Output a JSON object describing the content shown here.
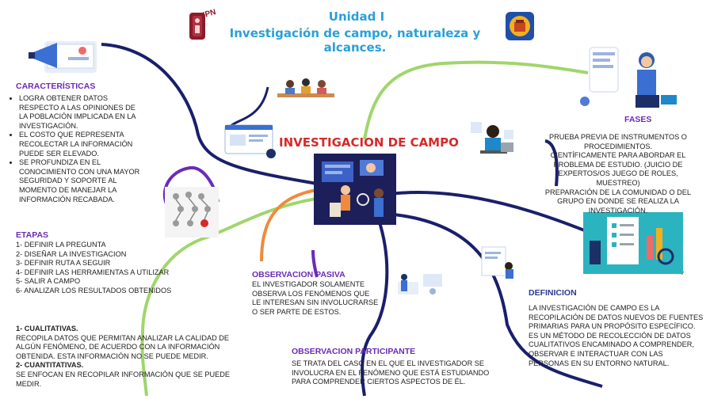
{
  "header": {
    "title": "Unidad I",
    "subtitle": "Investigación de campo, naturaleza y alcances."
  },
  "logos": {
    "left_text": "IPN"
  },
  "center": {
    "title": "INVESTIGACION DE CAMPO"
  },
  "caracteristicas": {
    "heading": "CARACTERÍSTICAS",
    "items": [
      "LOGRA OBTENER DATOS RESPECTO A LAS OPINIONES DE LA POBLACIÓN IMPLICADA EN LA INVESTIGACIÓN.",
      "EL COSTO QUE REPRESENTA RECOLECTAR LA INFORMACIÓN PUEDE SER ELEVADO.",
      "SE PROFUNDIZA EN EL CONOCIMIENTO CON UNA MAYOR SEGURIDAD Y SOPORTE AL MOMENTO DE MANEJAR LA INFORMACIÓN RECABADA."
    ]
  },
  "etapas": {
    "heading": "ETAPAS",
    "items": [
      "1- DEFINIR LA PREGUNTA",
      "2- DISEÑAR LA INVESTIGACION",
      "3- DEFINIR RUTA A SEGUIR",
      "4- DEFINIR LAS HERRAMIENTAS A UTILIZAR",
      "5- SALIR A CAMPO",
      "6- ANALIZAR LOS RESULTADOS OBTENIDOS"
    ]
  },
  "tipos": {
    "cualitativas_heading": "1- CUALITATIVAS.",
    "cualitativas_text": "RECOPILA DATOS QUE PERMITAN ANALIZAR LA CALIDAD DE ALGÚN FENÓMENO, DE ACUERDO CON LA INFORMACIÓN OBTENIDA. ESTA INFORMACIÓN NO SE PUEDE MEDIR.",
    "cuantitativas_heading": "2- CUANTITATIVAS.",
    "cuantitativas_text": "SE ENFOCAN EN RECOPILAR INFORMACIÓN QUE SE PUEDE MEDIR."
  },
  "observacion_pasiva": {
    "heading": "OBSERVACION PASIVA",
    "text": "EL INVESTIGADOR SOLAMENTE OBSERVA LOS FENÓMENOS QUE LE INTERESAN SIN INVOLUCRARSE O SER PARTE DE ESTOS."
  },
  "observacion_participante": {
    "heading": "OBSERVACION PARTICIPANTE",
    "text": "SE TRATA DEL CASO EN EL QUE EL INVESTIGADOR SE INVOLUCRA EN EL FENÓMENO QUE ESTÁ ESTUDIANDO PARA COMPRENDER CIERTOS ASPECTOS DE ÉL."
  },
  "fases": {
    "heading": "FASES",
    "text": "PRUEBA PREVIA DE INSTRUMENTOS O PROCEDIMIENTOS.\nCIENTÍFICAMENTE PARA ABORDAR EL PROBLEMA DE ESTUDIO. (JUICIO DE EXPERTOS/OS JUEGO DE ROLES, MUESTREO)\nPREPARACIÓN DE LA COMUNIDAD O DEL GRUPO EN DONDE SE REALIZA LA INVESTIGACIÓN."
  },
  "definicion": {
    "heading": "DEFINICION",
    "text": "LA INVESTIGACIÓN DE CAMPO ES LA RECOPILACIÓN DE DATOS NUEVOS DE FUENTES PRIMARIAS PARA UN PROPÓSITO ESPECÍFICO. ES UN MÉTODO DE RECOLECCIÓN DE DATOS CUALITATIVOS ENCAMINADO A COMPRENDER, OBSERVAR E INTERACTUAR CON LAS PERSONAS EN SU ENTORNO NATURAL."
  },
  "colors": {
    "navy": "#1a1f6b",
    "purple": "#6a2bb8",
    "green": "#9fd66b",
    "orange": "#f08a3c",
    "title_blue": "#2aa0d8",
    "red": "#d62a2a"
  }
}
